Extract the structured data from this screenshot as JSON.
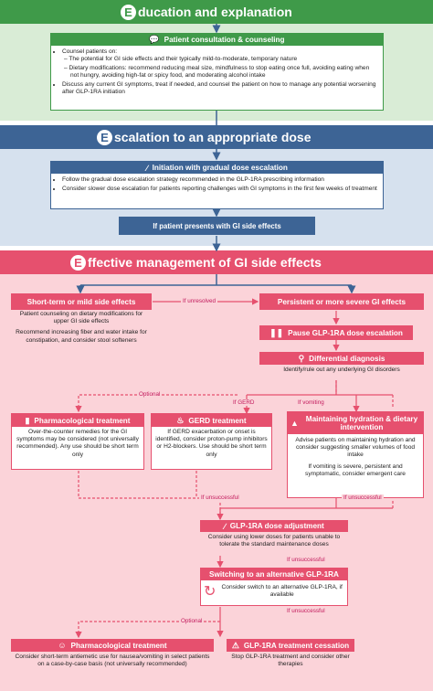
{
  "colors": {
    "green": "#3f9a49",
    "green_light": "#d9ecd6",
    "blue": "#3d6495",
    "blue_light": "#d6e1ee",
    "pink": "#e6506e",
    "pink_light": "#fbd3d9",
    "connector": "#3d6495"
  },
  "sections": {
    "education": {
      "letter": "E",
      "title": "ducation and explanation",
      "box_header": "Patient consultation & counseling",
      "box_icon": "chat-bubbles-icon",
      "bullet1": "Counsel patients on:",
      "sub1": "The potential for GI side effects and their typically mild-to-moderate, temporary nature",
      "sub2": "Dietary modifications: recommend reducing meal size, mindfulness to stop eating once full, avoiding eating when not hungry, avoiding high-fat or spicy food, and moderating alcohol intake",
      "bullet2": "Discuss any current GI symptoms, treat if needed, and counsel the patient on how to manage any potential worsening after GLP-1RA initiation"
    },
    "escalation": {
      "letter": "E",
      "title": "scalation to an appropriate dose",
      "box_header": "Initiation with gradual dose escalation",
      "box_icon": "syringe-icon",
      "bullet1": "Follow the gradual dose escalation strategy recommended in the GLP-1RA prescribing information",
      "bullet2": "Consider slower dose escalation for patients reporting challenges with GI symptoms in the first few weeks of treatment",
      "presents_label": "If patient presents with GI side effects"
    },
    "management": {
      "letter": "E",
      "title": "ffective management of GI side effects",
      "short_term": {
        "header": "Short-term or mild side effects",
        "p1": "Patient counseling on dietary modifications for upper GI side effects",
        "p2": "Recommend increasing fiber and water intake for constipation, and consider stool softeners"
      },
      "if_unresolved": "If unresolved",
      "persistent": {
        "header": "Persistent or more severe GI effects"
      },
      "pause": {
        "header": "Pause GLP-1RA dose escalation",
        "icon": "pause-icon"
      },
      "differential": {
        "header": "Differential diagnosis",
        "icon": "magnifier-icon",
        "body": "Identify/rule out any underlying GI disorders"
      },
      "optional_top": "Optional",
      "if_gerd": "If GERD",
      "if_vomiting": "If vomiting",
      "pharm1": {
        "header": "Pharmacological treatment",
        "icon": "pill-bottle-icon",
        "body": "Over-the-counter remedies for the GI symptoms may be considered (not universally recommended). Any use should be short term only"
      },
      "gerd": {
        "header": "GERD treatment",
        "icon": "flame-icon",
        "body": "If GERD exacerbation or onset is identified, consider proton-pump inhibitors or H2-blockers. Use should be short term only"
      },
      "hydration": {
        "header": "Maintaining hydration & dietary intervention",
        "icon": "water-bottle-icon",
        "p1": "Advise patients on maintaining hydration and consider suggesting smaller volumes of food intake",
        "p2": "If vomiting is severe, persistent and symptomatic, consider emergent care"
      },
      "if_unsuccessful_1": "If unsuccessful",
      "if_unsuccessful_2": "If unsuccessful",
      "dose_adjust": {
        "header": "GLP-1RA dose adjustment",
        "icon": "pen-injector-icon",
        "body": "Consider using lower doses for patients unable to tolerate the standard maintenance doses"
      },
      "if_unsuccessful_3": "If unsuccessful",
      "switching": {
        "header": "Switching to an alternative GLP-1RA",
        "icon": "switch-arrows-icon",
        "body": "Consider switch to an alternative GLP-1RA, if available"
      },
      "if_unsuccessful_4": "If unsuccessful",
      "optional_bottom": "Optional",
      "pharm2": {
        "header": "Pharmacological treatment",
        "icon": "person-icon",
        "body": "Consider short-term antiemetic use for nausea/vomiting in select patients on a case-by-case basis (not universally recommended)"
      },
      "cessation": {
        "header": "GLP-1RA treatment cessation",
        "icon": "warning-icon",
        "body": "Stop GLP-1RA treatment and consider other therapies"
      }
    }
  }
}
